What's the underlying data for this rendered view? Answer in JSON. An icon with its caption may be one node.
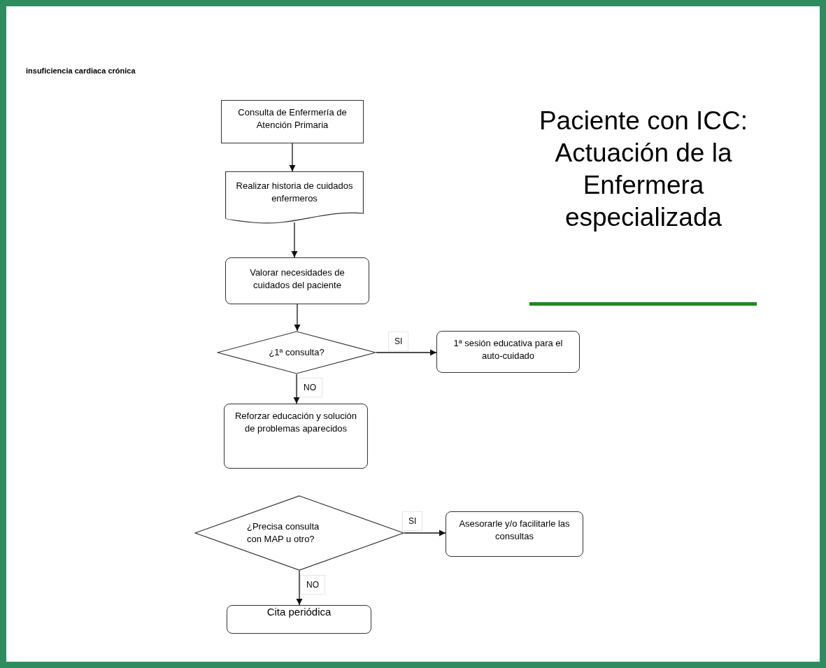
{
  "diagram": {
    "title": "Paciente con ICC: Actuación de la Enfermera especializada",
    "nodes": [
      {
        "text": [
          "Consulta de Enfermería de Atención Primaria"
        ]
      },
      {
        "text": [
          "Realizar historia de cuidados enfermeros"
        ]
      },
      {
        "text": [
          "Valorar necesidades de cuidados del paciente"
        ]
      },
      {
        "text": [
          "¿1ª consulta?"
        ]
      },
      {
        "text": [
          "1ª sesión educativa para el auto-cuidado"
        ]
      },
      {
        "text": [
          "Reforzar educación y solución de problemas aparecidos"
        ]
      },
      {
        "text": [
          "¿Precisa consulta con MAP u otro?"
        ]
      },
      {
        "text": [
          "Asesorarle y/o facilitarle las consultas"
        ]
      },
      {
        "text": [
          "Cita periódica"
        ]
      }
    ],
    "edges": [
      {
        "from": 0,
        "to": 1,
        "arrow": "to"
      },
      {
        "from": 1,
        "to": 2,
        "arrow": "to"
      },
      {
        "from": 2,
        "to": 3,
        "arrow": "to"
      },
      {
        "from": 3,
        "to": 4,
        "arrow": "to",
        "label": "SI"
      },
      {
        "from": 3,
        "to": 5,
        "arrow": "to",
        "label": "NO"
      },
      {
        "from": 6,
        "to": 7,
        "arrow": "to",
        "label": "SI"
      },
      {
        "from": 6,
        "to": 8,
        "arrow": "to",
        "label": "NO"
      }
    ],
    "labels": [
      "insuficiencia cardiaca crónica"
    ]
  }
}
